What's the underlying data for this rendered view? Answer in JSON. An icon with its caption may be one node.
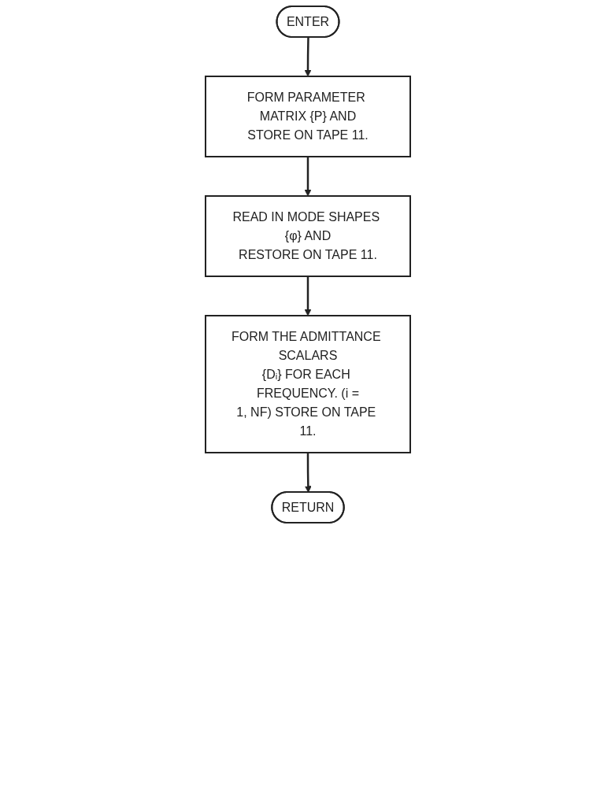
{
  "diagram": {
    "nodes": [
      {
        "text": [
          "ENTER"
        ]
      },
      {
        "text": [
          "FORM PARAMETER MATRIX {P} AND STORE ON TAPE 11."
        ]
      },
      {
        "text": [
          "READ IN MODE SHAPES {φ} AND RESTORE ON TAPE 11."
        ]
      },
      {
        "text": [
          "FORM THE ADMITTANCE SCALARS {Dᵢ} FOR EACH FREQUENCY. (i = 1, NF) STORE ON TAPE 11."
        ]
      },
      {
        "text": [
          "RETURN"
        ]
      }
    ],
    "edges": [
      {
        "from": 0,
        "to": 1,
        "arrow": "to"
      },
      {
        "from": 1,
        "to": 2,
        "arrow": "to"
      },
      {
        "from": 2,
        "to": 3,
        "arrow": "to"
      },
      {
        "from": 3,
        "to": 4,
        "arrow": "to"
      }
    ]
  }
}
